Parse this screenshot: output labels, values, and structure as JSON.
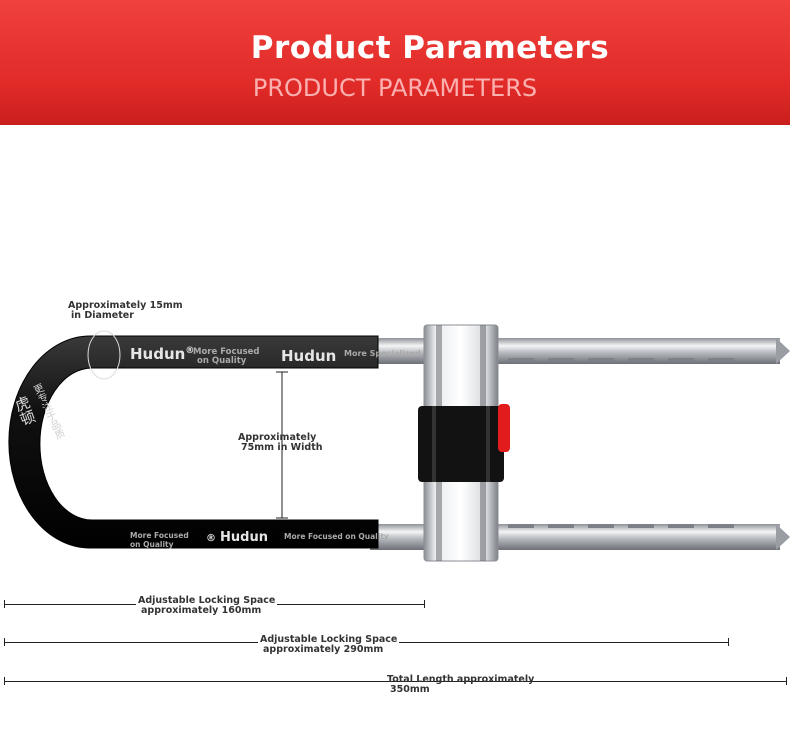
{
  "header": {
    "title": "Product Parameters",
    "subtitle": "PRODUCT PARAMETERS"
  },
  "lock": {
    "brand": "Hudun",
    "registered": "®",
    "slogan_line1": "More Focused",
    "slogan_line2": "on Quality",
    "slogan_alt": "More Specialized",
    "slogan_bottom": "More Focused on Quality",
    "chinese_brand": "虎顿",
    "chinese_slogan": "更专注于品质"
  },
  "annotations": {
    "diameter_line1": "Approximately 15mm",
    "diameter_line2": "in Diameter",
    "width_line1": "Approximately",
    "width_line2": "75mm in Width",
    "lock_space_short_line1": "Adjustable Locking Space",
    "lock_space_short_line2": "approximately 160mm",
    "lock_space_long_line1": "Adjustable Locking Space",
    "lock_space_long_line2": "approximately 290mm",
    "total_length_line1": "Total Length approximately",
    "total_length_line2": "350mm"
  },
  "colors": {
    "banner": "#e02a27",
    "shackle": "#111111",
    "steel": "#c9ccd0",
    "accent_red": "#e21c1c"
  }
}
